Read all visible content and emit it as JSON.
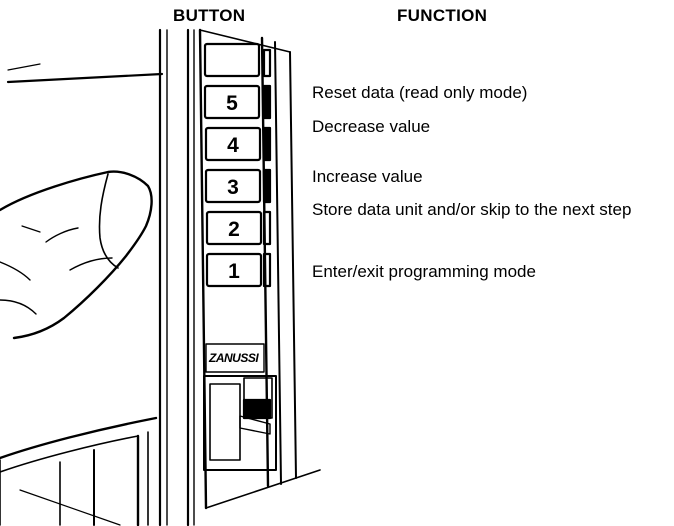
{
  "headers": {
    "button": "BUTTON",
    "function": "FUNCTION"
  },
  "buttons": [
    {
      "number": "5",
      "function": "Reset data (read only mode)"
    },
    {
      "number": "4",
      "function": "Decrease value"
    },
    {
      "number": "3",
      "function": "Increase value"
    },
    {
      "number": "2",
      "function": "Store data unit and/or skip to the next step"
    },
    {
      "number": "1",
      "function": "Enter/exit programming mode"
    }
  ],
  "brand_logo": "ZANUSSI"
}
